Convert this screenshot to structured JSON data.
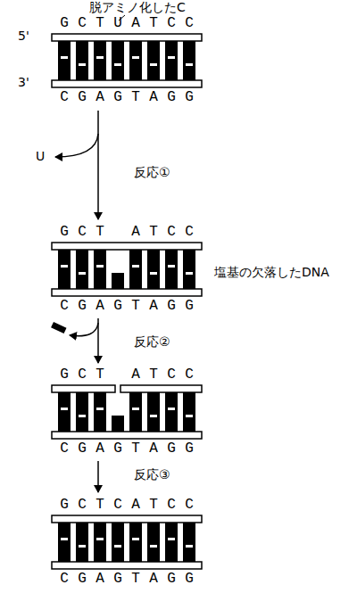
{
  "diagram": {
    "labels": [
      "脱アミノ化したC",
      "5'",
      "3'",
      "GCTUATCC",
      "CGAGTAGG",
      "U",
      "反応①",
      "GCT ATCC",
      "塩基の欠落したDNA",
      "CGAGTAGG",
      "反応②",
      "GCT ATCC",
      "CGAGTAGG",
      "反応③",
      "GCTCATCC",
      "CGAGTAGG"
    ]
  }
}
